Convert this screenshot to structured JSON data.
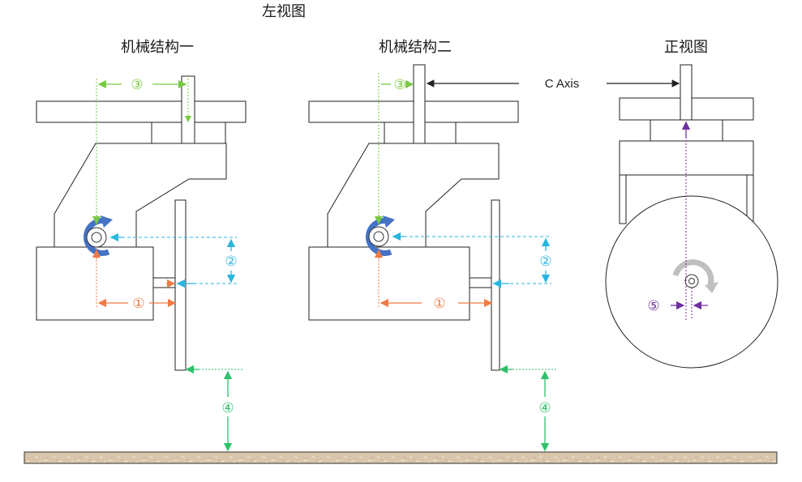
{
  "title": "左视图",
  "panels": {
    "structure1": {
      "title": "机械结构一"
    },
    "structure2": {
      "title": "机械结构二"
    },
    "front": {
      "title": "正视图"
    }
  },
  "axis_label": "C Axis",
  "markers": {
    "m1": "①",
    "m2": "②",
    "m3": "③",
    "m4": "④",
    "m5": "⑤"
  },
  "colors": {
    "orange": "#ef7b45",
    "cyan": "#29b6e0",
    "green_light": "#7ac943",
    "green": "#2fc06b",
    "purple": "#7030a0",
    "blue_arrow": "#4472c4",
    "gray_arrow": "#bfbfbf",
    "floor": "#d8c4a8"
  }
}
